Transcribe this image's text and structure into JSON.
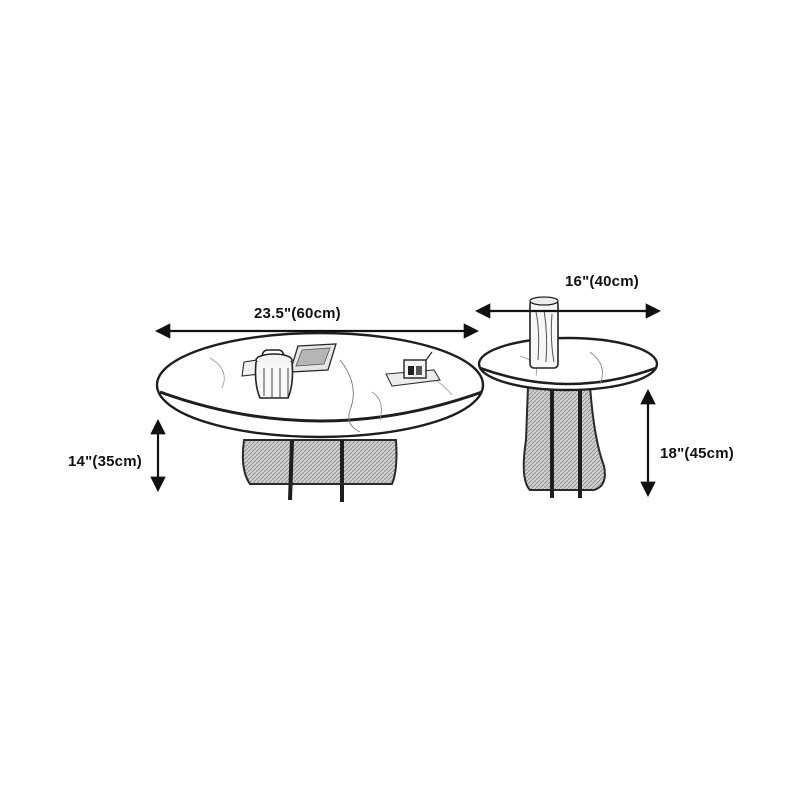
{
  "dimensions": {
    "large_table_width": "23.5\"(60cm)",
    "large_table_height": "14\"(35cm)",
    "small_table_width": "16\"(40cm)",
    "small_table_height": "18\"(45cm)"
  },
  "colors": {
    "line": "#111111",
    "sketch": "#2a2a2a",
    "shade": "#9a9a9a",
    "background": "#ffffff"
  }
}
